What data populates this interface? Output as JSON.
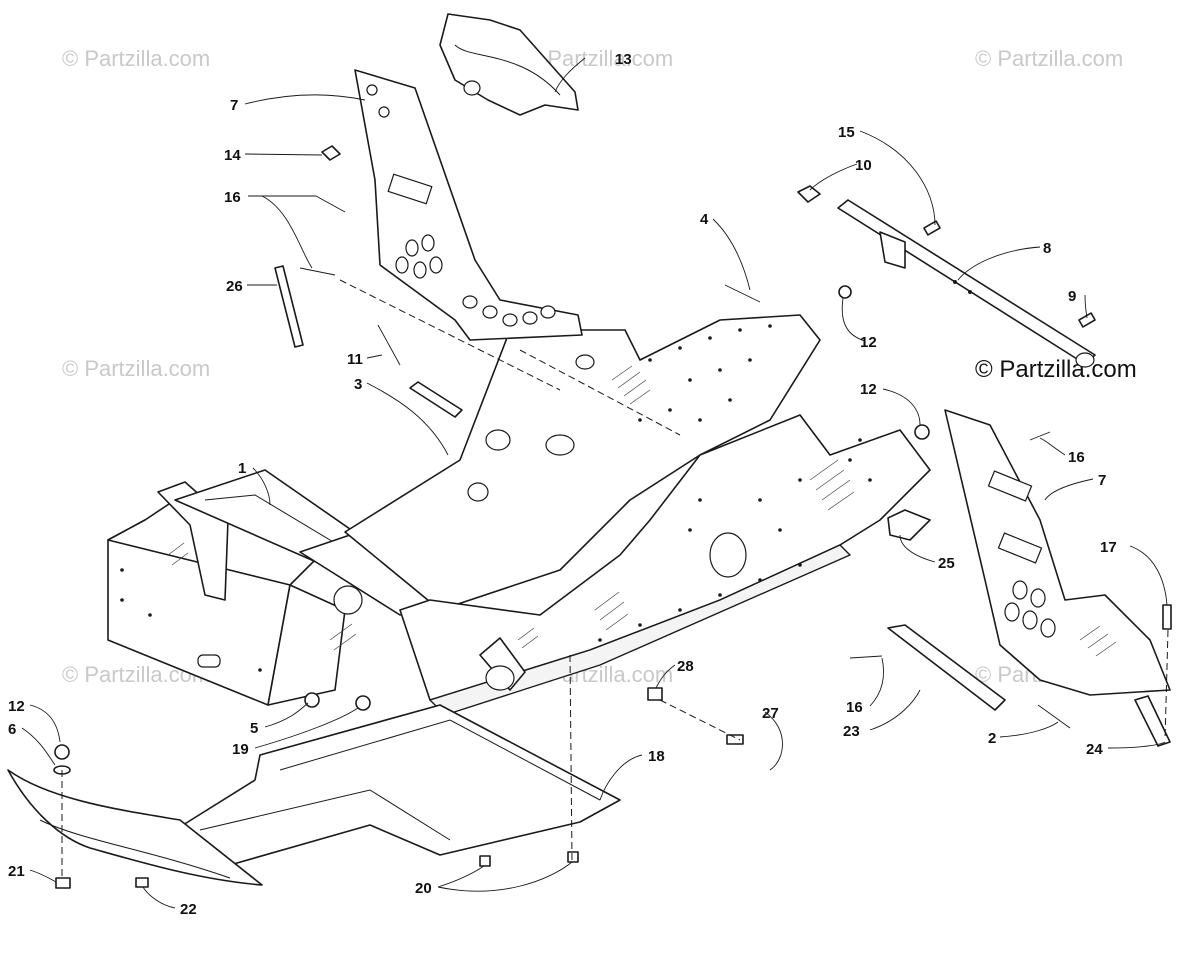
{
  "watermark": {
    "text": "© Partzilla.com",
    "strong_text": "© Partzilla.com"
  },
  "callouts": [
    {
      "id": "c1",
      "label": "1"
    },
    {
      "id": "c2",
      "label": "2"
    },
    {
      "id": "c3",
      "label": "3"
    },
    {
      "id": "c4",
      "label": "4"
    },
    {
      "id": "c5",
      "label": "5"
    },
    {
      "id": "c6",
      "label": "6"
    },
    {
      "id": "c7a",
      "label": "7"
    },
    {
      "id": "c7b",
      "label": "7"
    },
    {
      "id": "c8",
      "label": "8"
    },
    {
      "id": "c9",
      "label": "9"
    },
    {
      "id": "c10",
      "label": "10"
    },
    {
      "id": "c11",
      "label": "11"
    },
    {
      "id": "c12a",
      "label": "12"
    },
    {
      "id": "c12b",
      "label": "12"
    },
    {
      "id": "c12c",
      "label": "12"
    },
    {
      "id": "c13",
      "label": "13"
    },
    {
      "id": "c14",
      "label": "14"
    },
    {
      "id": "c15",
      "label": "15"
    },
    {
      "id": "c16a",
      "label": "16"
    },
    {
      "id": "c16b",
      "label": "16"
    },
    {
      "id": "c16c",
      "label": "16"
    },
    {
      "id": "c17",
      "label": "17"
    },
    {
      "id": "c18",
      "label": "18"
    },
    {
      "id": "c19",
      "label": "19"
    },
    {
      "id": "c20",
      "label": "20"
    },
    {
      "id": "c21",
      "label": "21"
    },
    {
      "id": "c22",
      "label": "22"
    },
    {
      "id": "c23",
      "label": "23"
    },
    {
      "id": "c24",
      "label": "24"
    },
    {
      "id": "c25",
      "label": "25"
    },
    {
      "id": "c26",
      "label": "26"
    },
    {
      "id": "c27",
      "label": "27"
    },
    {
      "id": "c28",
      "label": "28"
    }
  ]
}
